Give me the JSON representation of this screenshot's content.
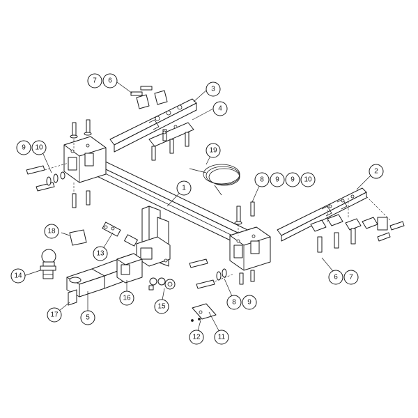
{
  "callouts": [
    {
      "id": "c1",
      "label": "1"
    },
    {
      "id": "c2",
      "label": "2"
    },
    {
      "id": "c3",
      "label": "3"
    },
    {
      "id": "c4",
      "label": "4"
    },
    {
      "id": "c5",
      "label": "5"
    },
    {
      "id": "c6a",
      "label": "6"
    },
    {
      "id": "c7a",
      "label": "7"
    },
    {
      "id": "c6b",
      "label": "6"
    },
    {
      "id": "c7b",
      "label": "7"
    },
    {
      "id": "c8a",
      "label": "8"
    },
    {
      "id": "c9a",
      "label": "9"
    },
    {
      "id": "c9b",
      "label": "9"
    },
    {
      "id": "c10a",
      "label": "10"
    },
    {
      "id": "c8b",
      "label": "8"
    },
    {
      "id": "c9c",
      "label": "9"
    },
    {
      "id": "c9d",
      "label": "9"
    },
    {
      "id": "c10b",
      "label": "10"
    },
    {
      "id": "c11",
      "label": "11"
    },
    {
      "id": "c12",
      "label": "12"
    },
    {
      "id": "c13",
      "label": "13"
    },
    {
      "id": "c14",
      "label": "14"
    },
    {
      "id": "c15",
      "label": "15"
    },
    {
      "id": "c16",
      "label": "16"
    },
    {
      "id": "c17",
      "label": "17"
    },
    {
      "id": "c18",
      "label": "18"
    },
    {
      "id": "c19",
      "label": "19"
    }
  ]
}
